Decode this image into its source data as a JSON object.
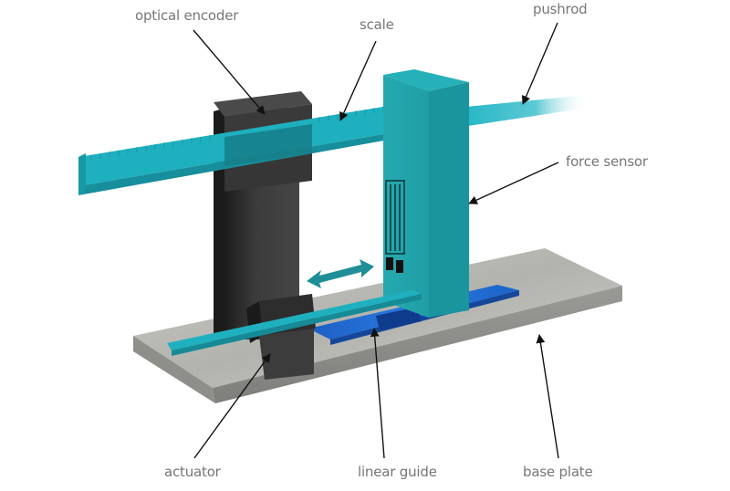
{
  "diagram": {
    "labels": {
      "optical_encoder": "optical encoder",
      "scale": "scale",
      "pushrod": "pushrod",
      "force_sensor": "force sensor",
      "actuator": "actuator",
      "linear_guide": "linear guide",
      "base_plate": "base plate"
    },
    "colors": {
      "teal": "#1fa9b3",
      "teal_dark": "#128a92",
      "cyan_rod": "#22b8c8",
      "encoder_dark": "#2e2e2e",
      "encoder_mid": "#3d3d3d",
      "guide_blue": "#1e6fd0",
      "plate_gray": "#b8b8b4",
      "label_gray": "#767676",
      "leader_black": "#111111"
    }
  }
}
